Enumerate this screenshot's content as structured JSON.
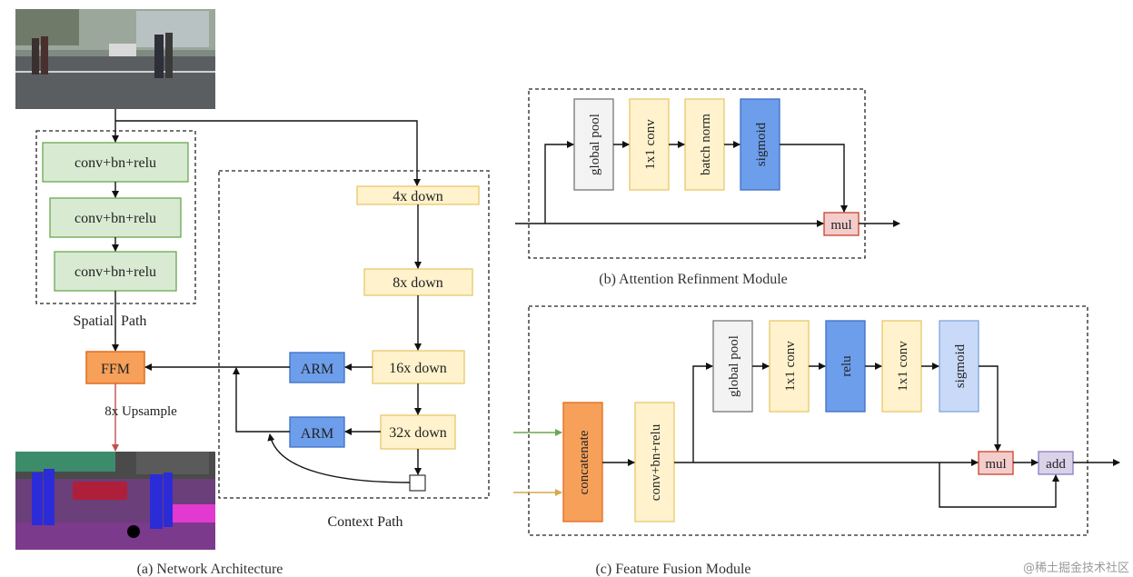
{
  "colors": {
    "green_fill": "#d9ead3",
    "green_stroke": "#6aa84f",
    "yellow_fill": "#fff2cc",
    "yellow_stroke": "#e6c86b",
    "blue_fill": "#6d9eeb",
    "blue_stroke": "#3c6fc4",
    "lightblue_fill": "#c9daf8",
    "lightblue_stroke": "#7fa6e0",
    "gray_fill": "#f3f3f3",
    "gray_stroke": "#777777",
    "orange_fill": "#f6a05a",
    "orange_stroke": "#e06c1f",
    "pink_fill": "#f4cccc",
    "pink_stroke": "#cc4125",
    "purple_fill": "#d9d2e9",
    "purple_stroke": "#8e7cc3"
  },
  "network": {
    "spatial": [
      "conv+bn+relu",
      "conv+bn+relu",
      "conv+bn+relu"
    ],
    "spatial_label": "Spatial  Path",
    "ffm": "FFM",
    "upsample": "8x Upsample",
    "context": [
      "4x down",
      "8x down",
      "16x down",
      "32x down"
    ],
    "arm1": "ARM",
    "arm2": "ARM",
    "context_label": "Context Path",
    "caption": "(a) Network Architecture"
  },
  "arm_module": {
    "blocks": [
      "global pool",
      "1x1 conv",
      "batch norm",
      "sigmoid"
    ],
    "mul": "mul",
    "caption": "(b) Attention Refinment Module"
  },
  "ffm_module": {
    "concat": "concatenate",
    "conv": "conv+bn+relu",
    "blocks": [
      "global pool",
      "1x1 conv",
      "relu",
      "1x1 conv",
      "sigmoid"
    ],
    "mul": "mul",
    "add": "add",
    "caption": "(c) Feature Fusion Module"
  },
  "watermark": "@稀土掘金技术社区"
}
